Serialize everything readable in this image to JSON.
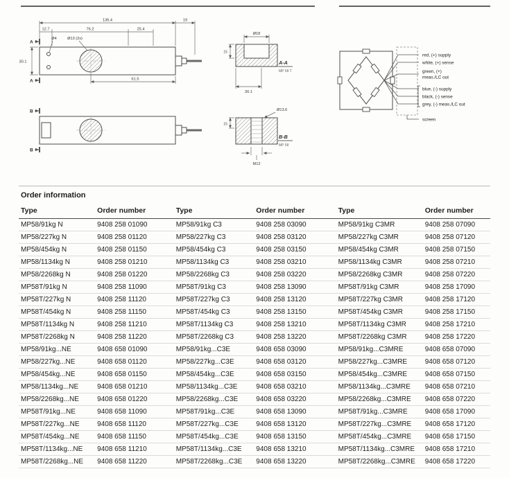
{
  "drawing": {
    "side_view": {
      "dim_overall": "136.4",
      "dim_a": "12.7",
      "dim_b": "76.2",
      "dim_c": "25.4",
      "dim_d": "19",
      "dim_e": "61.5",
      "dim_height": "30.1",
      "label_hole_small": "Ø4",
      "label_hole_large": "Ø13 (2x)",
      "mark_a": "A",
      "mark_b": "B"
    },
    "section_aa": {
      "title": "A-A",
      "subtitle": "MP 58 T",
      "dim_dia": "Ø18",
      "dim_depth": "15",
      "dim_width": "30.1"
    },
    "section_bb": {
      "title": "B-B",
      "subtitle": "MP 58",
      "dim_dia": "Ø13.6",
      "dim_depth": "15",
      "thread": "M12"
    },
    "wiring": {
      "label_red": "red, (+) supply",
      "label_white": "white, (+) sense",
      "label_green_1": "green, (+)",
      "label_green_2": "meas./LC out",
      "label_blue": "blue, (-) supply",
      "label_black": "black, (-) sense",
      "label_grey": "grey, (-) meas./LC out",
      "label_screen": "screen"
    }
  },
  "order_table": {
    "title": "Order information",
    "col_headers": [
      "Type",
      "Order number",
      "Type",
      "Order number",
      "Type",
      "Order number"
    ],
    "rows": [
      [
        "MP58/91kg N",
        "9408 258 01090",
        "MP58/91kg C3",
        "9408 258 03090",
        "MP58/91kg C3MR",
        "9408 258 07090"
      ],
      [
        "MP58/227kg N",
        "9408 258 01120",
        "MP58/227kg C3",
        "9408 258 03120",
        "MP58/227kg C3MR",
        "9408 258 07120"
      ],
      [
        "MP58/454kg N",
        "9408 258 01150",
        "MP58/454kg C3",
        "9408 258 03150",
        "MP58/454kg C3MR",
        "9408 258 07150"
      ],
      [
        "MP58/1134kg N",
        "9408 258 01210",
        "MP58/1134kg C3",
        "9408 258 03210",
        "MP58/1134kg C3MR",
        "9408 258 07210"
      ],
      [
        "MP58/2268kg N",
        "9408 258 01220",
        "MP58/2268kg C3",
        "9408 258 03220",
        "MP58/2268kg C3MR",
        "9408 258 07220"
      ],
      [
        "MP58T/91kg N",
        "9408 258 11090",
        "MP58T/91kg C3",
        "9408 258 13090",
        "MP58T/91kg C3MR",
        "9408 258 17090"
      ],
      [
        "MP58T/227kg N",
        "9408 258 11120",
        "MP58T/227kg C3",
        "9408 258 13120",
        "MP58T/227kg C3MR",
        "9408 258 17120"
      ],
      [
        "MP58T/454kg N",
        "9408 258 11150",
        "MP58T/454kg C3",
        "9408 258 13150",
        "MP58T/454kg C3MR",
        "9408 258 17150"
      ],
      [
        "MP58T/1134kg N",
        "9408 258 11210",
        "MP58T/1134kg C3",
        "9408 258 13210",
        "MP58T/1134kg C3MR",
        "9408 258 17210"
      ],
      [
        "MP58T/2268kg N",
        "9408 258 11220",
        "MP58T/2268kg C3",
        "9408 258 13220",
        "MP58T/2268kg C3MR",
        "9408 258 17220"
      ],
      [
        "MP58/91kg...NE",
        "9408 658 01090",
        "MP58/91kg...C3E",
        "9408 658 03090",
        "MP58/91kg...C3MRE",
        "9408 658 07090"
      ],
      [
        "MP58/227kg...NE",
        "9408 658 01120",
        "MP58/227kg...C3E",
        "9408 658 03120",
        "MP58/227kg...C3MRE",
        "9408 658 07120"
      ],
      [
        "MP58/454kg...NE",
        "9408 658 01150",
        "MP58/454kg...C3E",
        "9408 658 03150",
        "MP58/454kg...C3MRE",
        "9408 658 07150"
      ],
      [
        "MP58/1134kg...NE",
        "9408 658 01210",
        "MP58/1134kg...C3E",
        "9408 658 03210",
        "MP58/1134kg...C3MRE",
        "9408 658 07210"
      ],
      [
        "MP58/2268kg...NE",
        "9408 658 01220",
        "MP58/2268kg...C3E",
        "9408 658 03220",
        "MP58/2268kg...C3MRE",
        "9408 658 07220"
      ],
      [
        "MP58T/91kg...NE",
        "9408 658 11090",
        "MP58T/91kg...C3E",
        "9408 658 13090",
        "MP58T/91kg...C3MRE",
        "9408 658 17090"
      ],
      [
        "MP58T/227kg...NE",
        "9408 658 11120",
        "MP58T/227kg...C3E",
        "9408 658 13120",
        "MP58T/227kg...C3MRE",
        "9408 658 17120"
      ],
      [
        "MP58T/454kg...NE",
        "9408 658 11150",
        "MP58T/454kg...C3E",
        "9408 658 13150",
        "MP58T/454kg...C3MRE",
        "9408 658 17150"
      ],
      [
        "MP58T/1134kg...NE",
        "9408 658 11210",
        "MP58T/1134kg...C3E",
        "9408 658 13210",
        "MP58T/1134kg...C3MRE",
        "9408 658 17210"
      ],
      [
        "MP58T/2268kg...NE",
        "9408 658 11220",
        "MP58T/2268kg...C3E",
        "9408 658 13220",
        "MP58T/2268kg...C3MRE",
        "9408 658 17220"
      ]
    ]
  }
}
